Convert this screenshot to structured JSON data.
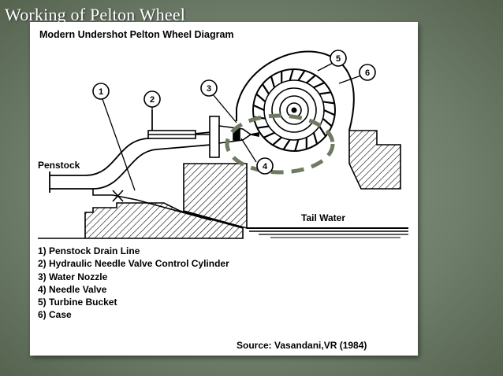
{
  "slide": {
    "title": "Working of Pelton Wheel"
  },
  "diagram": {
    "title": "Modern Undershot Pelton Wheel Diagram",
    "penstock_label": "Penstock",
    "tail_water_label": "Tail Water",
    "callouts": [
      "1",
      "2",
      "3",
      "4",
      "5",
      "6"
    ],
    "legend": [
      "1) Penstock Drain Line",
      "2) Hydraulic Needle Valve Control Cylinder",
      "3) Water Nozzle",
      "4) Needle Valve",
      "5) Turbine Bucket",
      "6) Case"
    ],
    "source": "Source: Vasandani,VR (1984)",
    "highlight_color": "#6f7a62"
  }
}
